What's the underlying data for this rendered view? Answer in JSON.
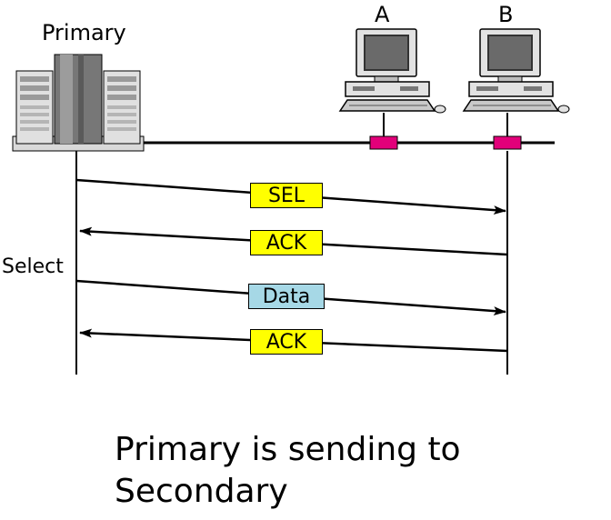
{
  "labels": {
    "primary": "Primary",
    "station_a": "A",
    "station_b": "B",
    "select": "Select"
  },
  "frames": [
    {
      "label": "SEL",
      "direction": "to-secondary",
      "color": "#ffff00"
    },
    {
      "label": "ACK",
      "direction": "to-primary",
      "color": "#ffff00"
    },
    {
      "label": "Data",
      "direction": "to-secondary",
      "color": "#a6d8e6"
    },
    {
      "label": "ACK",
      "direction": "to-primary",
      "color": "#ffff00"
    }
  ],
  "caption": {
    "line1": "Primary is sending to",
    "line2": "Secondary"
  },
  "colors": {
    "connector": "#e2007a",
    "line": "#000000"
  }
}
